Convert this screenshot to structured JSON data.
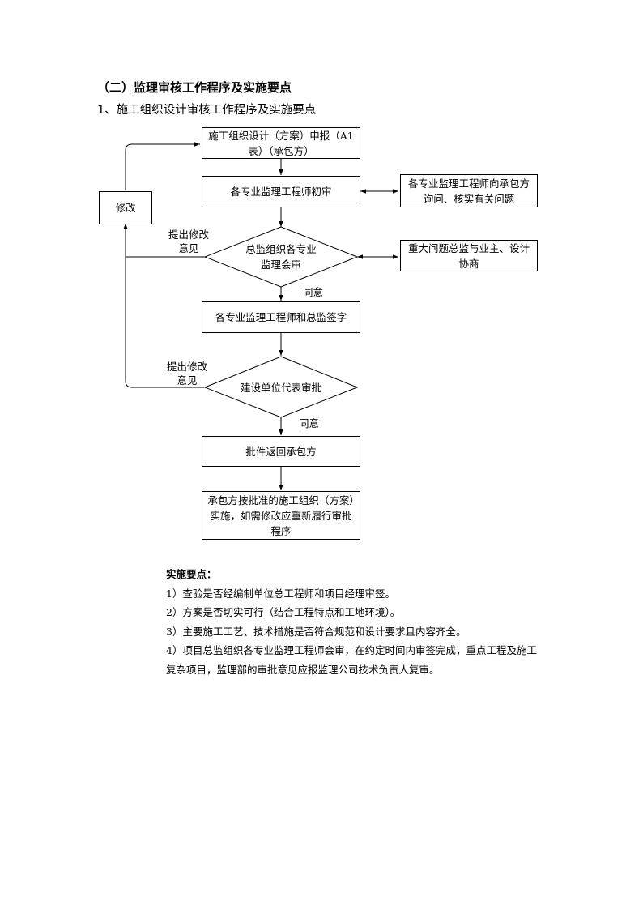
{
  "headings": {
    "section": "（二）监理审核工作程序及实施要点",
    "subsection": "1、施工组织设计审核工作程序及实施要点"
  },
  "flow": {
    "submit": "施工组织设计（方案）申报（A1表）（承包方）",
    "initial_review": "各专业监理工程师初审",
    "inquiry": "各专业监理工程师向承包方询问、核实有关问题",
    "modify": "修改",
    "joint_review": "总监组织各专业监理会审",
    "consult": "重大问题总监与业主、设计协商",
    "sign": "各专业监理工程师和总监签字",
    "owner_approval": "建设单位代表审批",
    "return": "批件返回承包方",
    "implement": "承包方按批准的施工组织（方案）实施，如需修改应重新履行审批程序",
    "label_modify_1": "提出修改意见",
    "label_modify_2": "提出修改意见",
    "label_agree_1": "同意",
    "label_agree_2": "同意"
  },
  "notes": {
    "heading": "实施要点：",
    "items": [
      "1）查验是否经编制单位总工程师和项目经理审签。",
      "2）方案是否切实可行（结合工程特点和工地环境）。",
      "3）主要施工工艺、技术措施是否符合规范和设计要求且内容齐全。",
      "4）项目总监组织各专业监理工程师会审，在约定时间内审签完成，重点工程及施工复杂项目，监理部的审批意见应报监理公司技术负责人复审。"
    ]
  }
}
